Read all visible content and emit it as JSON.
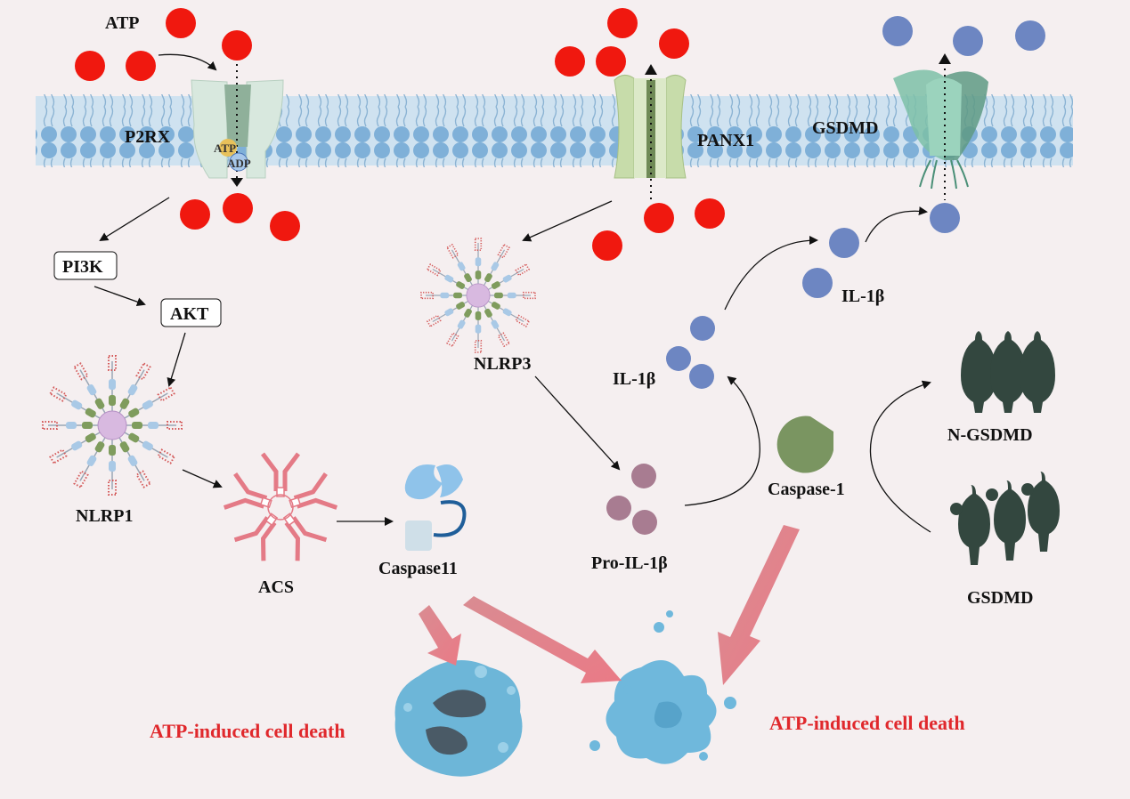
{
  "labels": {
    "atp": "ATP",
    "p2rx": "P2RX",
    "atp_small": "ATP",
    "adp": "ADP",
    "panx1": "PANX1",
    "gsdmd_top": "GSDMD",
    "pi3k": "PI3K",
    "akt": "AKT",
    "nlrp1": "NLRP1",
    "acs": "ACS",
    "caspase11": "Caspase11",
    "nlrp3": "NLRP3",
    "pro_il1b": "Pro-IL-1β",
    "il1b_mid": "IL-1β",
    "il1b_right": "IL-1β",
    "caspase1": "Caspase-1",
    "n_gsdmd": "N-GSDMD",
    "gsdmd": "GSDMD",
    "death_left": "ATP-induced cell death",
    "death_right": "ATP-induced cell death"
  },
  "colors": {
    "background": "#f5eff0",
    "atp_dot": "#f0180f",
    "il1b_dot": "#6d86c2",
    "pro_il1b_dot": "#a87c91",
    "membrane": "#cfe2f0",
    "membrane_head": "#7fb0d8",
    "caspase1": "#7a9561",
    "gsdmd": "#33473f",
    "death_text": "#e0282c",
    "big_arrow": "#e6838b"
  },
  "icons": {
    "p2rx": "p2rx-channel-icon",
    "panx1": "panx1-channel-icon",
    "gsdmd_pore": "gsdmd-pore-icon",
    "nlrp1": "nlrp1-inflammasome-icon",
    "nlrp3": "nlrp3-inflammasome-icon",
    "acs": "acs-antibody-ring-icon",
    "caspase11": "caspase11-icon",
    "caspase1": "caspase1-pacman-icon",
    "n_gsdmd": "n-gsdmd-icon",
    "gsdmd": "gsdmd-icon",
    "dying_cell": "apoptotic-cell-icon",
    "burst_cell": "pyroptotic-cell-icon"
  }
}
